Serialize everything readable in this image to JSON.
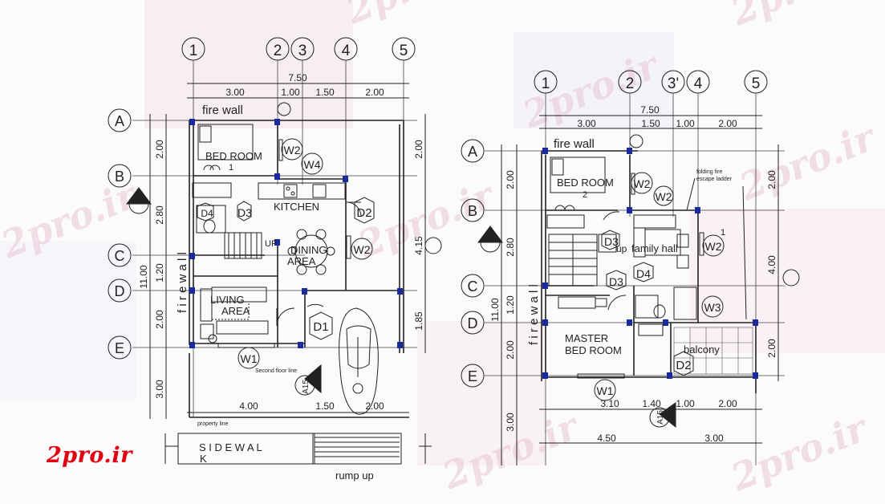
{
  "watermark": {
    "text": "2pro.ir",
    "color": "#e9c6d4"
  },
  "logo": {
    "text": "2pro.ir",
    "color": "#e00012"
  },
  "left_plan": {
    "grid_cols": [
      "1",
      "2",
      "3",
      "4",
      "5"
    ],
    "grid_rows": [
      "A",
      "B",
      "C",
      "D",
      "E"
    ],
    "total_width": "7.50",
    "col_dims": [
      "3.00",
      "1.00",
      "1.50",
      "2.00"
    ],
    "row_dims": [
      "2.00",
      "2.80",
      "1.20",
      "2.00",
      "3.00"
    ],
    "left_total": "11.00",
    "right_dims": [
      "2.00",
      "4.15",
      "1.85"
    ],
    "bottom_dims": [
      "4.00",
      "1.50",
      "2.00"
    ],
    "wall_labels": {
      "fire_wall_top": "fire wall",
      "fire_wall_side": "f i r e   w a l l"
    },
    "rooms": {
      "bedroom": "BED ROOM",
      "bedroom_no": "1",
      "kitchen": "KITCHEN",
      "dining_1": "DINING",
      "dining_2": "AREA",
      "living_1": "LIVING",
      "living_2": "AREA",
      "up": "UP"
    },
    "tags": [
      "W2",
      "W4",
      "D3",
      "D2",
      "W2",
      "D1",
      "W1",
      "D4"
    ],
    "notes": {
      "second_floor": "Second floor line",
      "property": "property line",
      "section": "A15"
    },
    "side_wall": "S I D E   W A L",
    "side_wall_k": "K",
    "ramp": "rump up"
  },
  "right_plan": {
    "grid_cols": [
      "1",
      "2",
      "3'",
      "4",
      "5"
    ],
    "grid_rows": [
      "A",
      "B",
      "C",
      "D",
      "E"
    ],
    "total_width": "7.50",
    "col_dims": [
      "3.00",
      "1.50",
      "1.00",
      "2.00"
    ],
    "row_dims": [
      "2.00",
      "2.80",
      "1.20",
      "2.00",
      "3.00"
    ],
    "left_total": "11.00",
    "right_dims": [
      "2.00",
      "4.00",
      "2.00"
    ],
    "bottom_dims_1": [
      "3.10",
      "1.40",
      "1.00",
      "2.00"
    ],
    "bottom_dims_2": [
      "4.50",
      "3.00"
    ],
    "wall_labels": {
      "fire_wall_top": "fire wall",
      "fire_wall_side": "f i r e   w a l l"
    },
    "rooms": {
      "bedroom": "BED ROOM",
      "bedroom_no": "2",
      "family": "family hall",
      "family_no": "1",
      "master_1": "MASTER",
      "master_2": "BED ROOM",
      "balcony": "balcony"
    },
    "tags": [
      "W2",
      "W2",
      "D3",
      "D3",
      "D4",
      "W3",
      "W2",
      "D2",
      "W1"
    ],
    "notes": {
      "ladder_1": "folding fire",
      "ladder_2": "escape ladder",
      "section": "A15",
      "up": "up"
    }
  }
}
